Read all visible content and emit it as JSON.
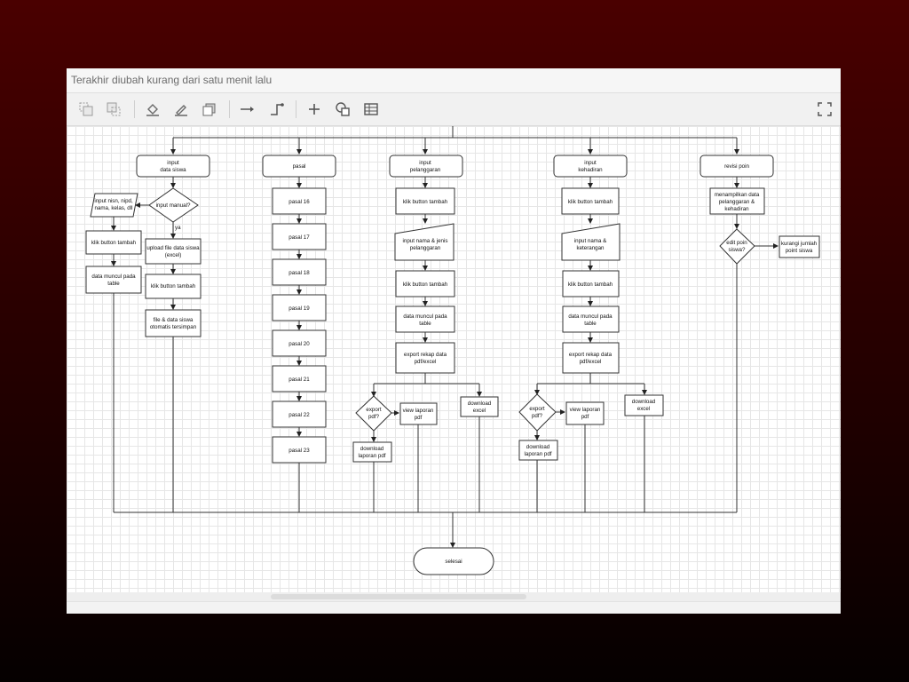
{
  "window": {
    "title": "Terakhir diubah kurang dari satu menit lalu"
  },
  "toolbar": {
    "icons": [
      "to-front-icon",
      "to-back-icon",
      "fill-color-icon",
      "line-color-icon",
      "shadow-icon",
      "connection-arrow-icon",
      "waypoints-icon",
      "insert-plus-icon",
      "shapes-icon",
      "table-icon",
      "fullscreen-icon"
    ]
  },
  "diagram": {
    "col1": {
      "header": [
        "input",
        "data siswa"
      ],
      "decision": "input manual?",
      "manual_input": [
        "input nisn, nipd,",
        "nama, kelas, dll"
      ],
      "click_add": "klik button tambah",
      "data_shown": [
        "data muncul pada",
        "table"
      ],
      "upload": [
        "upload file data siswa",
        "(excel)"
      ],
      "click_add2": "klik button tambah",
      "auto_saved": [
        "file & data siswa",
        "otomatis tersimpan"
      ],
      "edge_label": "ya"
    },
    "col2": {
      "header": "pasal",
      "items": [
        "pasal 16",
        "pasal 17",
        "pasal 18",
        "pasal 19",
        "pasal 20",
        "pasal 21",
        "pasal 22",
        "pasal 23"
      ]
    },
    "col3": {
      "header": [
        "input",
        "pelanggaran"
      ],
      "click_add": "klik button tambah",
      "input": [
        "input nama & jenis",
        "pelanggaran"
      ],
      "click_add2": "klik button tambah",
      "data_shown": [
        "data muncul pada",
        "table"
      ],
      "export": [
        "export rekap data",
        "pdf/excel"
      ],
      "decision": [
        "export",
        "pdf?"
      ],
      "view": [
        "view laporan",
        "pdf"
      ],
      "download_pdf": [
        "download",
        "laporan pdf"
      ],
      "download_excel": [
        "download",
        "excel"
      ]
    },
    "col4": {
      "header": [
        "input",
        "kehadiran"
      ],
      "click_add": "klik button tambah",
      "input": [
        "input nama &",
        "keterangan"
      ],
      "click_add2": "klik button tambah",
      "data_shown": [
        "data muncul pada",
        "table"
      ],
      "export": [
        "export rekap data",
        "pdf/excel"
      ],
      "decision": [
        "export",
        "pdf?"
      ],
      "view": [
        "view laporan",
        "pdf"
      ],
      "download_pdf": [
        "download",
        "laporan pdf"
      ],
      "download_excel": [
        "download",
        "excel"
      ]
    },
    "col5": {
      "header": "revisi poin",
      "show": [
        "menampilkan data",
        "pelanggaran &",
        "kehadiran"
      ],
      "decision": [
        "edit poin",
        "siswa?"
      ],
      "reduce": [
        "kurangi jumlah",
        "point siswa"
      ]
    },
    "end": "selesai"
  }
}
